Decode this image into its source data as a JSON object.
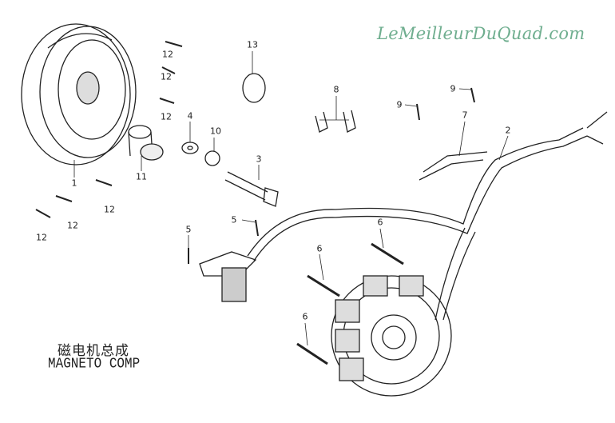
{
  "watermark": "LeMeilleurDuQuad.com",
  "title": {
    "chinese": "磁电机总成",
    "english": "MAGNETO COMP"
  },
  "callouts": [
    "12",
    "12",
    "12",
    "13",
    "8",
    "9",
    "9",
    "4",
    "10",
    "7",
    "2",
    "3",
    "1",
    "11",
    "12",
    "12",
    "12",
    "5",
    "5",
    "6",
    "6",
    "6"
  ]
}
